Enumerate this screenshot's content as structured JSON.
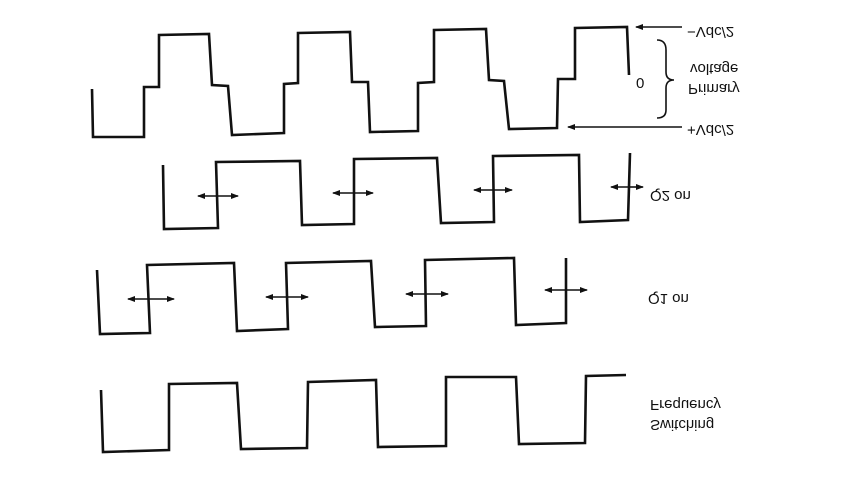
{
  "labels": {
    "neg_vdc": "−Vdc/2",
    "zero": "0",
    "primary_line1": "Primary",
    "primary_line2": "voltage",
    "pos_vdc": "+Vdc/2",
    "q2_on": "Q2 on",
    "q1_on": "Q1 on",
    "switching_line1": "Switching",
    "switching_line2": "Frequency"
  },
  "colors": {
    "ink": "#111111",
    "background": "#ffffff"
  }
}
